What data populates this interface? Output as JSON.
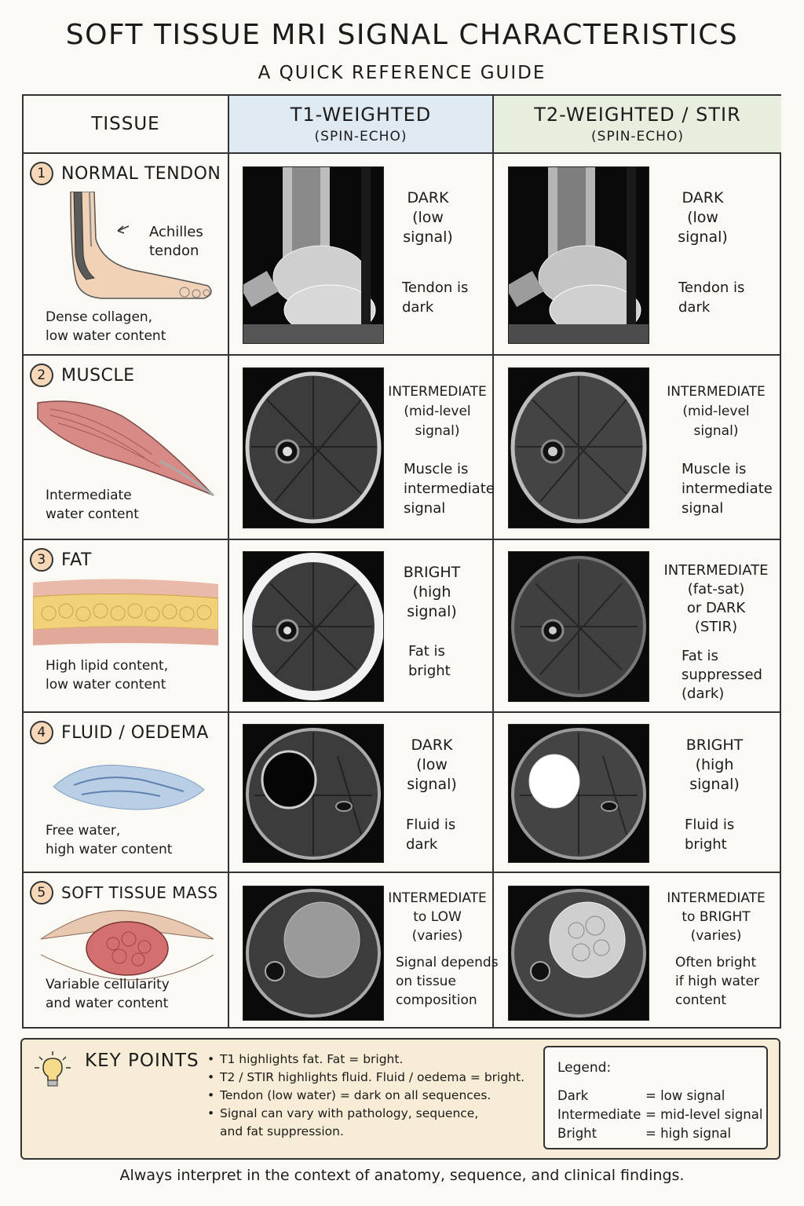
{
  "title": "SOFT TISSUE MRI SIGNAL CHARACTERISTICS",
  "subtitle": "A QUICK REFERENCE GUIDE",
  "header": {
    "tissue": "TISSUE",
    "t1_title": "T1-WEIGHTED",
    "t1_sub": "(SPIN-ECHO)",
    "t2_title": "T2-WEIGHTED / STIR",
    "t2_sub": "(SPIN-ECHO)",
    "t1_color": "#dfe9f2",
    "t2_color": "#e7eedd"
  },
  "rows": [
    {
      "num": "1",
      "name": "NORMAL TENDON",
      "illus_label": "Achilles tendon",
      "desc": "Dense collagen,\nlow water content",
      "t1_signal": "DARK\n(low\nsignal)",
      "t1_note": "Tendon is\ndark",
      "t2_signal": "DARK\n(low\nsignal)",
      "t2_note": "Tendon is\ndark"
    },
    {
      "num": "2",
      "name": "MUSCLE",
      "desc": "Intermediate\nwater content",
      "t1_signal": "INTERMEDIATE\n(mid-level\nsignal)",
      "t1_note": "Muscle is\nintermediate\nsignal",
      "t2_signal": "INTERMEDIATE\n(mid-level\nsignal)",
      "t2_note": "Muscle is\nintermediate\nsignal"
    },
    {
      "num": "3",
      "name": "FAT",
      "desc": "High lipid content,\nlow water content",
      "t1_signal": "BRIGHT\n(high\nsignal)",
      "t1_note": "Fat is\nbright",
      "t2_signal": "INTERMEDIATE\n(fat-sat)\nor DARK\n(STIR)",
      "t2_note": "Fat is\nsuppressed\n(dark)"
    },
    {
      "num": "4",
      "name": "FLUID / OEDEMA",
      "desc": "Free water,\nhigh water content",
      "t1_signal": "DARK\n(low\nsignal)",
      "t1_note": "Fluid is\ndark",
      "t2_signal": "BRIGHT\n(high\nsignal)",
      "t2_note": "Fluid is\nbright"
    },
    {
      "num": "5",
      "name": "SOFT TISSUE MASS",
      "desc": "Variable cellularity\nand water content",
      "t1_signal": "INTERMEDIATE\nto LOW\n(varies)",
      "t1_note": "Signal depends\non tissue\ncomposition",
      "t2_signal": "INTERMEDIATE\nto BRIGHT\n(varies)",
      "t2_note": "Often bright\nif high water\ncontent"
    }
  ],
  "key_points": {
    "title": "KEY POINTS",
    "items": [
      "T1 highlights fat.   Fat = bright.",
      "T2 / STIR highlights fluid.   Fluid / oedema = bright.",
      "Tendon (low water) = dark on all sequences.",
      "Signal can vary with pathology, sequence,\nand fat suppression."
    ]
  },
  "legend": {
    "title": "Legend:",
    "rows": [
      {
        "term": "Dark",
        "def": "= low signal"
      },
      {
        "term": "Intermediate",
        "def": "= mid-level signal"
      },
      {
        "term": "Bright",
        "def": "= high signal"
      }
    ]
  },
  "footer": "Always interpret in the context of anatomy, sequence, and clinical findings."
}
